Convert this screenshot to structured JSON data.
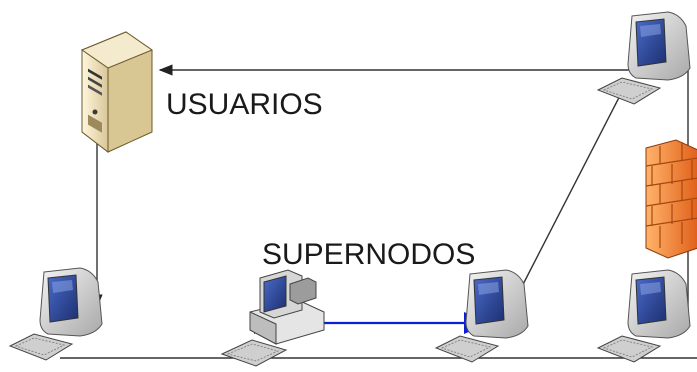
{
  "labels": {
    "usuarios": "USUARIOS",
    "supernodos": "SUPERNODOS"
  },
  "colors": {
    "link": "#333333",
    "supernode_link": "#0a1fd6",
    "firewall": "#f07a2a",
    "monitor_body": "#d9d9d9",
    "screen": "#2f4ea8"
  },
  "nodes": [
    {
      "id": "server",
      "kind": "tower-server",
      "icon": "server-icon"
    },
    {
      "id": "pc-top-right",
      "kind": "workstation",
      "icon": "computer-icon"
    },
    {
      "id": "pc-bottom-left",
      "kind": "workstation",
      "icon": "computer-icon"
    },
    {
      "id": "supernode-desktop",
      "kind": "desktop-pc",
      "icon": "desktop-computer-icon"
    },
    {
      "id": "supernode-workstation",
      "kind": "workstation",
      "icon": "computer-icon"
    },
    {
      "id": "pc-bottom-right",
      "kind": "workstation",
      "icon": "computer-icon"
    },
    {
      "id": "firewall",
      "kind": "firewall",
      "icon": "firewall-icon"
    }
  ]
}
